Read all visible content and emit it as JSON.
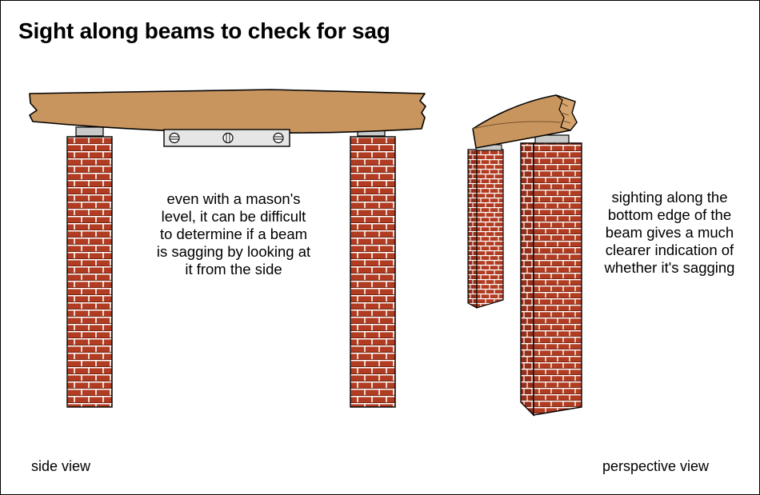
{
  "title": "Sight along beams to check for sag",
  "side_view": {
    "caption": "side view",
    "note_lines": [
      "even with a mason's",
      "level, it can be difficult",
      "to determine if a beam",
      "is sagging by looking at",
      "it from the side"
    ]
  },
  "perspective_view": {
    "caption": "perspective view",
    "note_lines": [
      "sighting along the",
      "bottom edge of the",
      "beam gives a much",
      "clearer indication of",
      "whether it's sagging"
    ]
  },
  "colors": {
    "beam": "#c9955f",
    "brick": "#b13c22",
    "brick_shade": "#8a2b16",
    "mortar": "#ffffff",
    "plate": "#c9c9c9",
    "level_body": "#e6e6e6"
  }
}
